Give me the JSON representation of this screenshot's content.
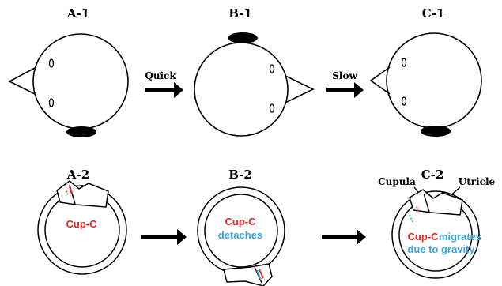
{
  "panels": {
    "a1": "A-1",
    "b1": "B-1",
    "c1": "C-1",
    "a2": "A-2",
    "b2": "B-2",
    "c2": "C-2"
  },
  "arrows": {
    "quick": "Quick",
    "slow": "Slow"
  },
  "labels": {
    "cup_c_a2": "Cup-C",
    "cup_c_b2": "Cup-C",
    "detaches": "detaches",
    "cup_c_c2": "Cup-C",
    "migrates": "migrates",
    "due_to_gravity": "due to gravity",
    "cupula": "Cupula",
    "utricle": "Utricle"
  },
  "colors": {
    "red": "#e8262a",
    "blue": "#3aa5dc",
    "black": "#000000"
  }
}
